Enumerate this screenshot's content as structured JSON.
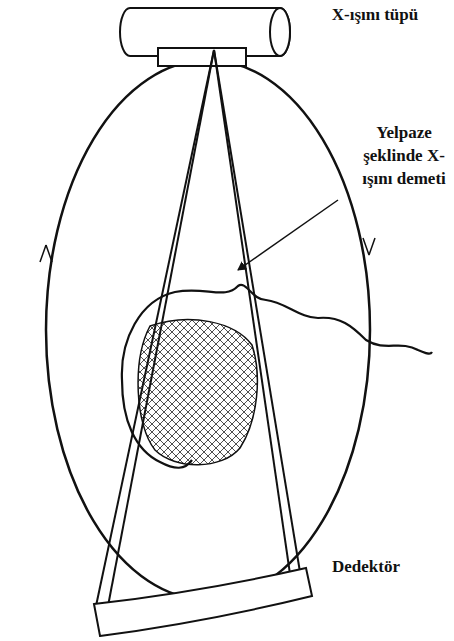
{
  "diagram": {
    "labels": [
      "X-ışını tüpü",
      "Yelpaze şeklinde X-ışını demeti",
      "Dedektör"
    ]
  }
}
